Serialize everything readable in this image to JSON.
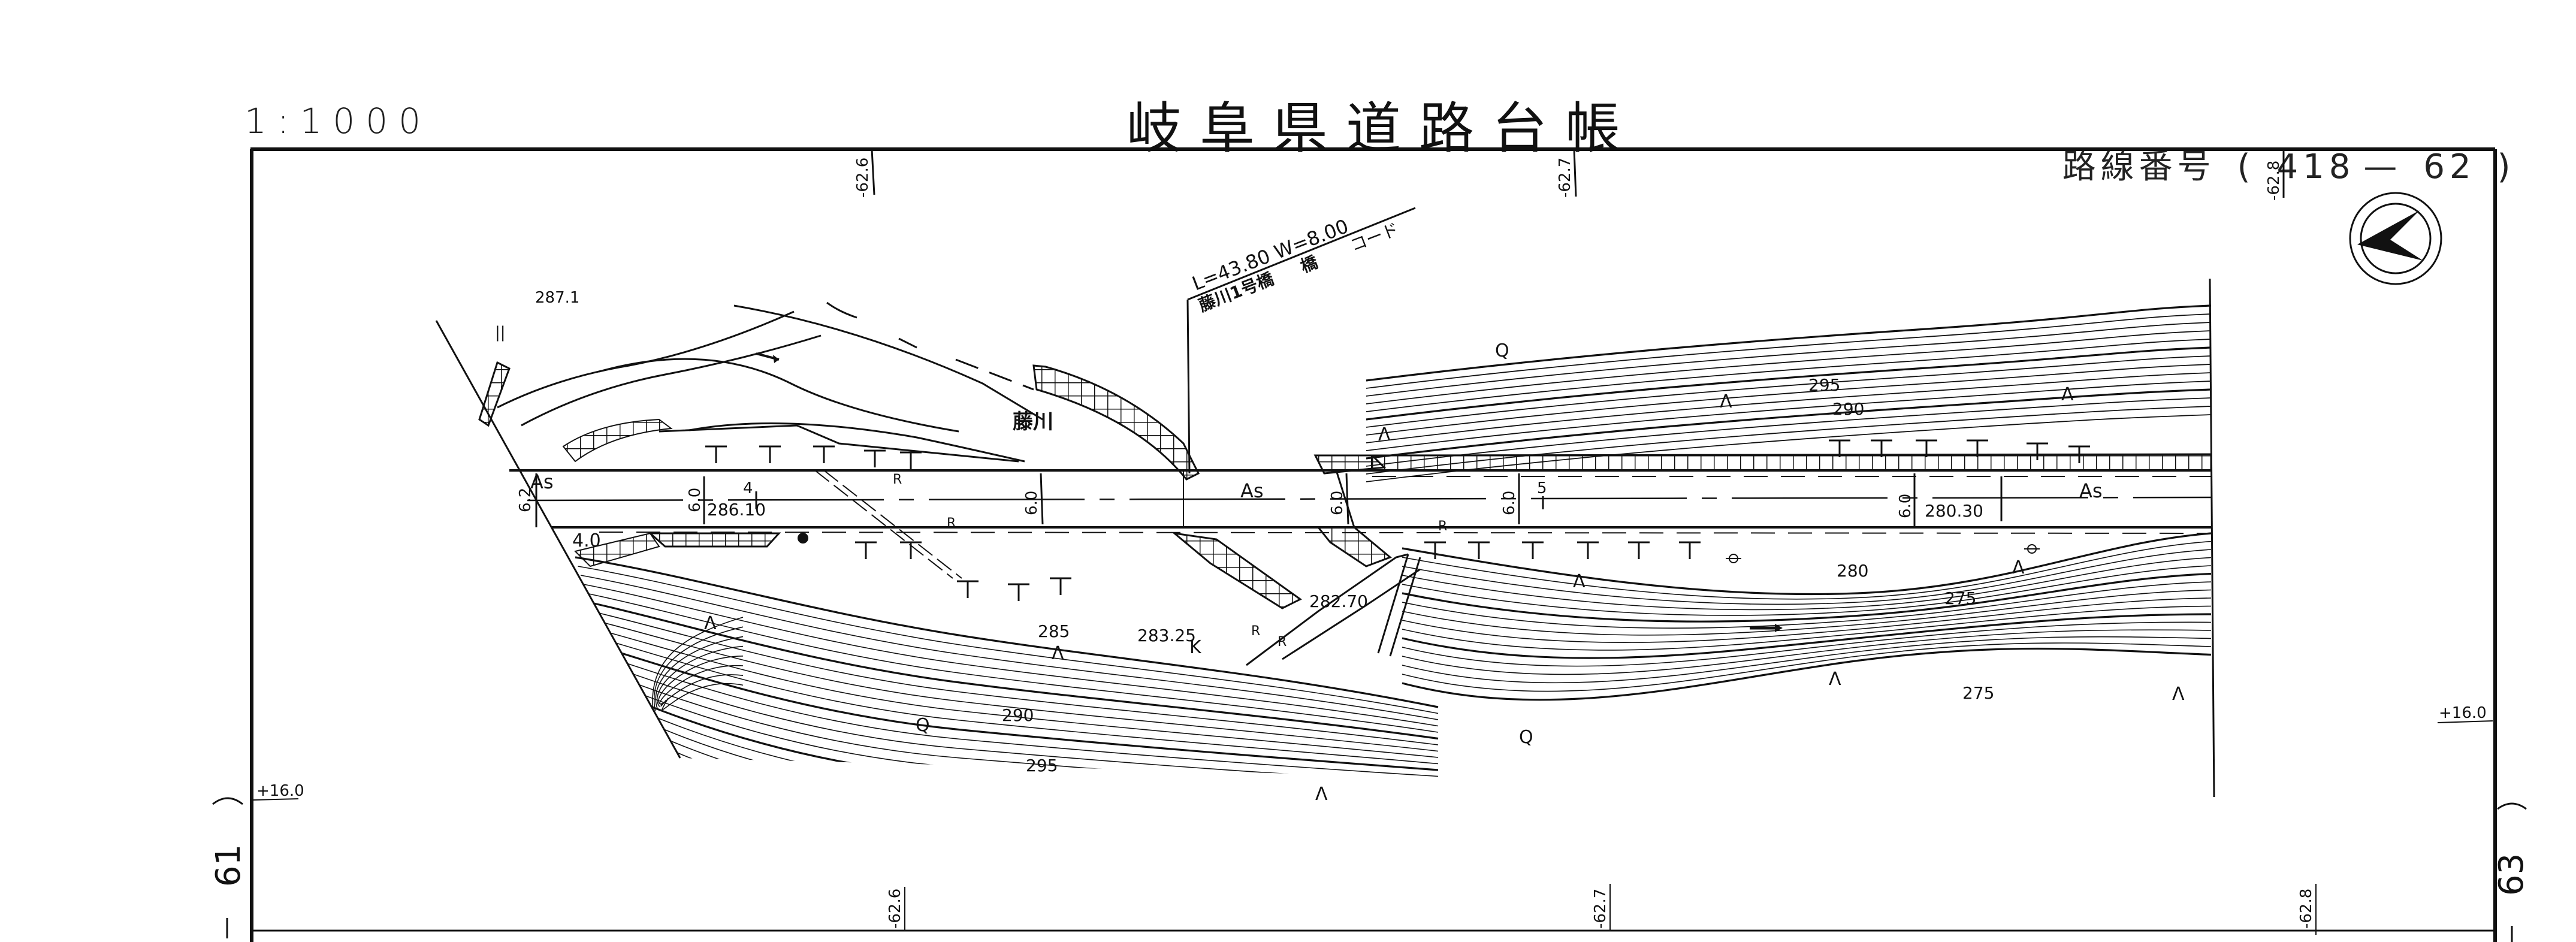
{
  "header": {
    "scale": "1:1000",
    "title": "岐阜県道路台帳",
    "route_label": "路線番号",
    "route_open": "(",
    "route_number_main": "418",
    "route_dash": "—",
    "route_number_sub": "62",
    "route_close": ")"
  },
  "frame": {
    "top_coords": [
      "-62.6",
      "-62.7",
      "-62.8"
    ],
    "bottom_coords": [
      "-62.6",
      "-62.7",
      "-62.8"
    ],
    "left_offset": "+16.0",
    "right_offset": "+16.0",
    "left_sheet": "(− 61)",
    "right_sheet": "(− 63)",
    "left_sheet_number": "61",
    "right_sheet_number": "63"
  },
  "north_arrow": {
    "symbol": "north-arrow"
  },
  "bridge": {
    "dimensions": "L=43.80 W=8.00",
    "name": "藤川1号橋",
    "type": "橋",
    "code_label": "コード"
  },
  "river": {
    "name": "藤川"
  },
  "road": {
    "surface_labels": [
      "As",
      "As",
      "As"
    ],
    "stations": [
      "4",
      "5"
    ],
    "widths": [
      "6.2",
      "6.0",
      "6.0",
      "6.0",
      "6.0",
      "6.0"
    ],
    "shoulder": "4.0",
    "retaining_wall_marks": [
      "R",
      "R",
      "R",
      "R",
      "R"
    ],
    "curb_mark": "K"
  },
  "elevations": {
    "spot_287": "287.1",
    "spot_286": "286.10",
    "spot_283": "283.25",
    "spot_282": "282.70",
    "spot_280": "280.30"
  },
  "contours": {
    "north_295": "295",
    "north_290": "290",
    "south_285": "285",
    "south_290": "290",
    "south_295": "295",
    "river_280": "280",
    "river_275a": "275",
    "river_275b": "275"
  },
  "symbols": {
    "mark_ii": "||",
    "tree": "Λ",
    "broadleaf": "Q"
  }
}
